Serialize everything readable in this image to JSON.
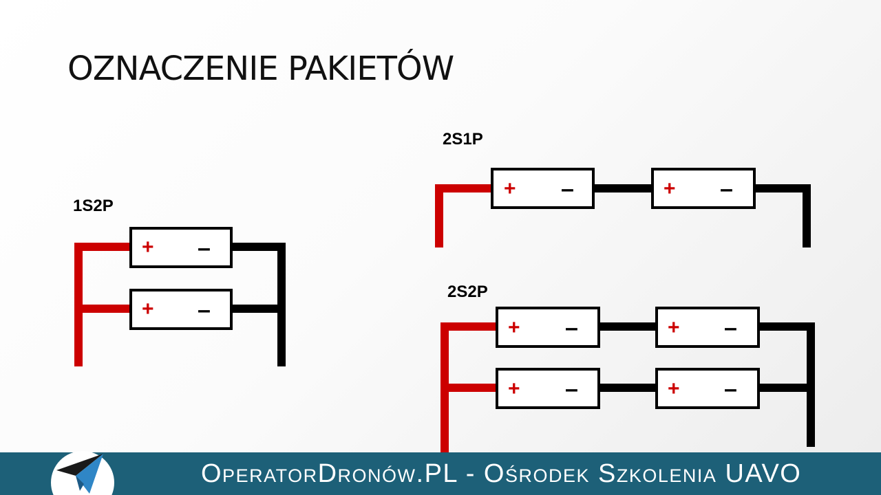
{
  "slide": {
    "title": "OZNACZENIE PAKIETÓW"
  },
  "configs": [
    {
      "label": "1S2P"
    },
    {
      "label": "2S1P"
    },
    {
      "label": "2S2P"
    }
  ],
  "cell": {
    "positive": "+",
    "negative": "–"
  },
  "footer": {
    "text": "OperatorDronów.PL - Ośrodek Szkolenia UAVO"
  },
  "colors": {
    "positive_wire": "#cc0000",
    "negative_wire": "#000000",
    "footer_bg": "#1d6078",
    "footer_text": "#ffffff"
  },
  "icons": {
    "logo": "paper-plane-icon"
  }
}
